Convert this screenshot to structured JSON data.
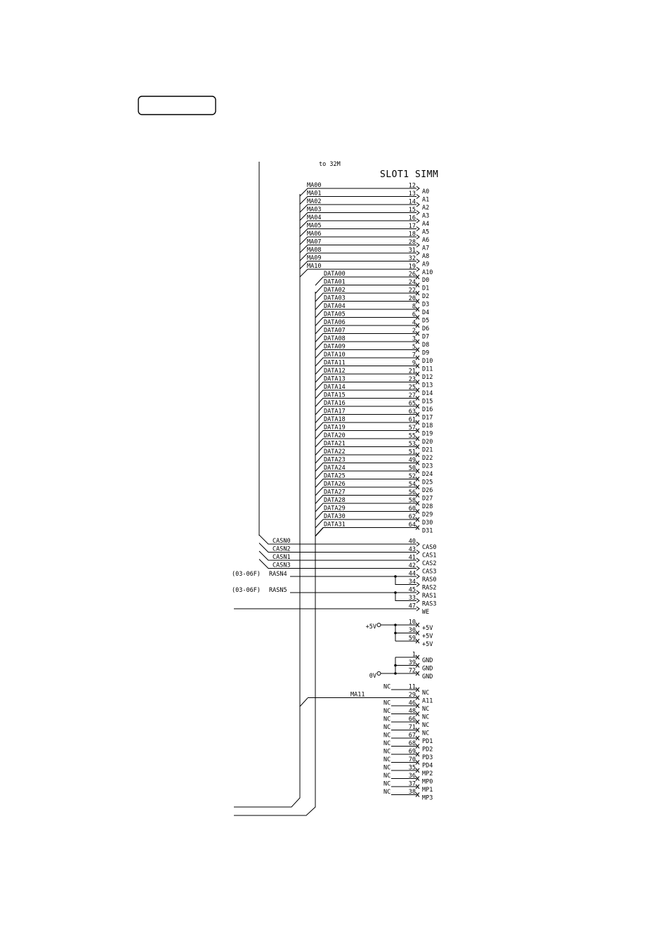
{
  "header_box": {
    "text": ""
  },
  "note": "to 32M",
  "title": "SLOT1 SIMM",
  "address_bus": [
    {
      "net": "MA00",
      "pin": "12",
      "sig": "A0"
    },
    {
      "net": "MA01",
      "pin": "13",
      "sig": "A1"
    },
    {
      "net": "MA02",
      "pin": "14",
      "sig": "A2"
    },
    {
      "net": "MA03",
      "pin": "15",
      "sig": "A3"
    },
    {
      "net": "MA04",
      "pin": "16",
      "sig": "A4"
    },
    {
      "net": "MA05",
      "pin": "17",
      "sig": "A5"
    },
    {
      "net": "MA06",
      "pin": "18",
      "sig": "A6"
    },
    {
      "net": "MA07",
      "pin": "28",
      "sig": "A7"
    },
    {
      "net": "MA08",
      "pin": "31",
      "sig": "A8"
    },
    {
      "net": "MA09",
      "pin": "32",
      "sig": "A9"
    },
    {
      "net": "MA10",
      "pin": "19",
      "sig": "A10"
    }
  ],
  "data_bus": [
    {
      "net": "DATA00",
      "pin": "26",
      "sig": "D0"
    },
    {
      "net": "DATA01",
      "pin": "24",
      "sig": "D1"
    },
    {
      "net": "DATA02",
      "pin": "22",
      "sig": "D2"
    },
    {
      "net": "DATA03",
      "pin": "20",
      "sig": "D3"
    },
    {
      "net": "DATA04",
      "pin": "8",
      "sig": "D4"
    },
    {
      "net": "DATA05",
      "pin": "6",
      "sig": "D5"
    },
    {
      "net": "DATA06",
      "pin": "4",
      "sig": "D6"
    },
    {
      "net": "DATA07",
      "pin": "2",
      "sig": "D7"
    },
    {
      "net": "DATA08",
      "pin": "3",
      "sig": "D8"
    },
    {
      "net": "DATA09",
      "pin": "5",
      "sig": "D9"
    },
    {
      "net": "DATA10",
      "pin": "7",
      "sig": "D10"
    },
    {
      "net": "DATA11",
      "pin": "9",
      "sig": "D11"
    },
    {
      "net": "DATA12",
      "pin": "21",
      "sig": "D12"
    },
    {
      "net": "DATA13",
      "pin": "23",
      "sig": "D13"
    },
    {
      "net": "DATA14",
      "pin": "25",
      "sig": "D14"
    },
    {
      "net": "DATA15",
      "pin": "27",
      "sig": "D15"
    },
    {
      "net": "DATA16",
      "pin": "65",
      "sig": "D16"
    },
    {
      "net": "DATA17",
      "pin": "63",
      "sig": "D17"
    },
    {
      "net": "DATA18",
      "pin": "61",
      "sig": "D18"
    },
    {
      "net": "DATA19",
      "pin": "57",
      "sig": "D19"
    },
    {
      "net": "DATA20",
      "pin": "55",
      "sig": "D20"
    },
    {
      "net": "DATA21",
      "pin": "53",
      "sig": "D21"
    },
    {
      "net": "DATA22",
      "pin": "51",
      "sig": "D22"
    },
    {
      "net": "DATA23",
      "pin": "49",
      "sig": "D23"
    },
    {
      "net": "DATA24",
      "pin": "50",
      "sig": "D24"
    },
    {
      "net": "DATA25",
      "pin": "52",
      "sig": "D25"
    },
    {
      "net": "DATA26",
      "pin": "54",
      "sig": "D26"
    },
    {
      "net": "DATA27",
      "pin": "56",
      "sig": "D27"
    },
    {
      "net": "DATA28",
      "pin": "58",
      "sig": "D28"
    },
    {
      "net": "DATA29",
      "pin": "60",
      "sig": "D29"
    },
    {
      "net": "DATA30",
      "pin": "62",
      "sig": "D30"
    },
    {
      "net": "DATA31",
      "pin": "64",
      "sig": "D31"
    }
  ],
  "cas_signals": [
    {
      "net": "CASN0",
      "pin": "40",
      "sig": "CAS0"
    },
    {
      "net": "CASN2",
      "pin": "43",
      "sig": "CAS1"
    },
    {
      "net": "CASN1",
      "pin": "41",
      "sig": "CAS2"
    },
    {
      "net": "CASN3",
      "pin": "42",
      "sig": "CAS3"
    }
  ],
  "ras_signals": [
    {
      "ref": "(03-06F)",
      "net": "RASN4",
      "pins": [
        {
          "pin": "44",
          "sig": "RAS0"
        },
        {
          "pin": "34",
          "sig": "RAS2"
        }
      ]
    },
    {
      "ref": "(03-06F)",
      "net": "RASN5",
      "pins": [
        {
          "pin": "45",
          "sig": "RAS1"
        },
        {
          "pin": "33",
          "sig": "RAS3"
        }
      ]
    }
  ],
  "we_signal": {
    "pin": "47",
    "sig": "WE"
  },
  "power": {
    "label": "+5V",
    "pins": [
      {
        "pin": "10",
        "sig": "+5V"
      },
      {
        "pin": "30",
        "sig": "+5V"
      },
      {
        "pin": "59",
        "sig": "+5V"
      }
    ]
  },
  "ground": {
    "label": "0V",
    "pins": [
      {
        "pin": "1",
        "sig": "GND"
      },
      {
        "pin": "39",
        "sig": "GND"
      },
      {
        "pin": "72",
        "sig": "GND"
      }
    ]
  },
  "misc_pins": [
    {
      "left": "NC",
      "pin": "11",
      "sig": "NC"
    },
    {
      "left": "MA11",
      "pin": "29",
      "sig": "A11"
    },
    {
      "left": "NC",
      "pin": "46",
      "sig": "NC"
    },
    {
      "left": "NC",
      "pin": "48",
      "sig": "NC"
    },
    {
      "left": "NC",
      "pin": "66",
      "sig": "NC"
    },
    {
      "left": "NC",
      "pin": "71",
      "sig": "NC"
    },
    {
      "left": "NC",
      "pin": "67",
      "sig": "PD1"
    },
    {
      "left": "NC",
      "pin": "68",
      "sig": "PD2"
    },
    {
      "left": "NC",
      "pin": "69",
      "sig": "PD3"
    },
    {
      "left": "NC",
      "pin": "70",
      "sig": "PD4"
    },
    {
      "left": "NC",
      "pin": "35",
      "sig": "MP2"
    },
    {
      "left": "NC",
      "pin": "36",
      "sig": "MP0"
    },
    {
      "left": "NC",
      "pin": "37",
      "sig": "MP1"
    },
    {
      "left": "NC",
      "pin": "38",
      "sig": "MP3"
    }
  ]
}
